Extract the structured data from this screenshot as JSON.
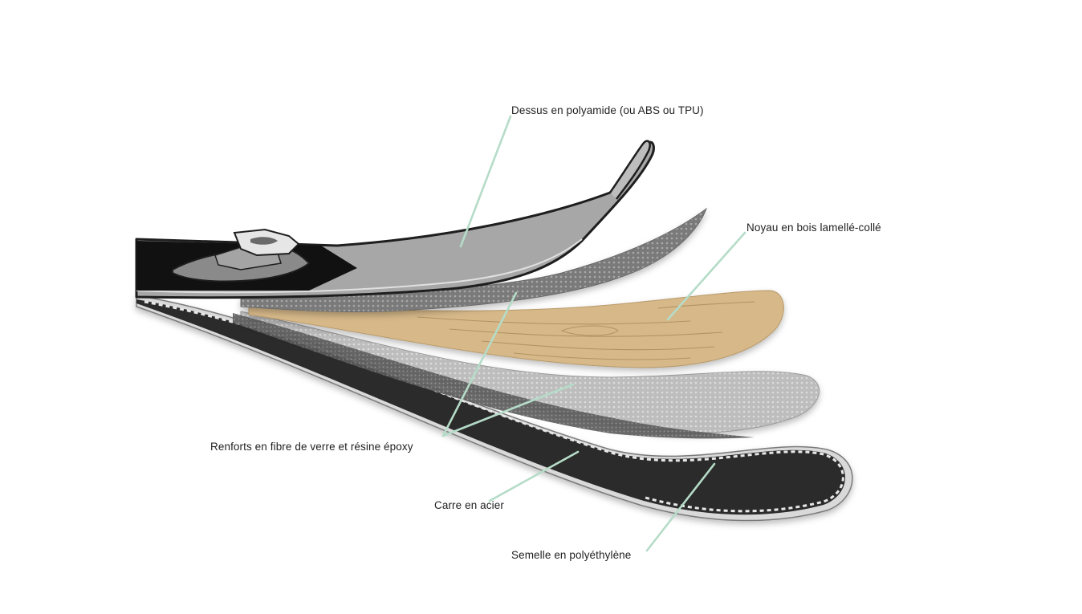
{
  "labels": {
    "top": "Dessus en polyamide (ou ABS ou TPU)",
    "core": "Noyau en bois lamellé-collé",
    "fiber": "Renforts en fibre de verre et résine époxy",
    "edge": "Carre en acier",
    "base": "Semelle en polyéthylène"
  },
  "colors": {
    "leader": "#b5dcc8",
    "top_sheet": "#a7a7a7",
    "outline": "#1e1e1e",
    "fiber": "#8f8f8f",
    "wood": "#d6b889",
    "wood_grain": "#a88a5c",
    "base": "#2b2b2b",
    "steel_edge": "#d9d9d9",
    "binding": "#e6e6e6"
  }
}
